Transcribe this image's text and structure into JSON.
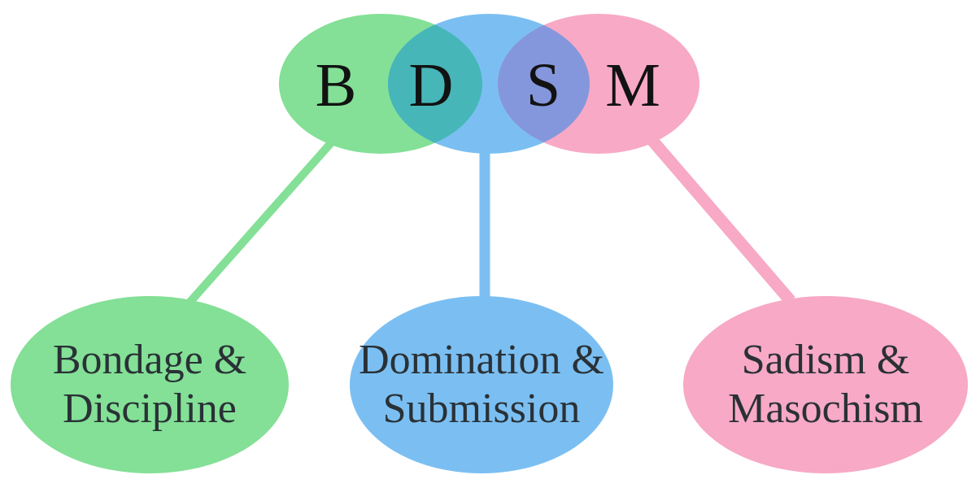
{
  "acronym": {
    "b": "B",
    "d": "D",
    "s": "S",
    "m": "M"
  },
  "labels": {
    "bondage": {
      "line1": "Bondage &",
      "line2": "Discipline"
    },
    "domination": {
      "line1": "Domination &",
      "line2": "Submission"
    },
    "sadism": {
      "line1": "Sadism &",
      "line2": "Masochism"
    }
  },
  "colors": {
    "green": "#83e096",
    "blue": "#7bbff2",
    "pink": "#f7a9c5",
    "teal_overlap": "#46b6b9",
    "purple_overlap": "#8497dc",
    "letter": "#121212",
    "label": "#2a3136",
    "background": "#ffffff"
  }
}
